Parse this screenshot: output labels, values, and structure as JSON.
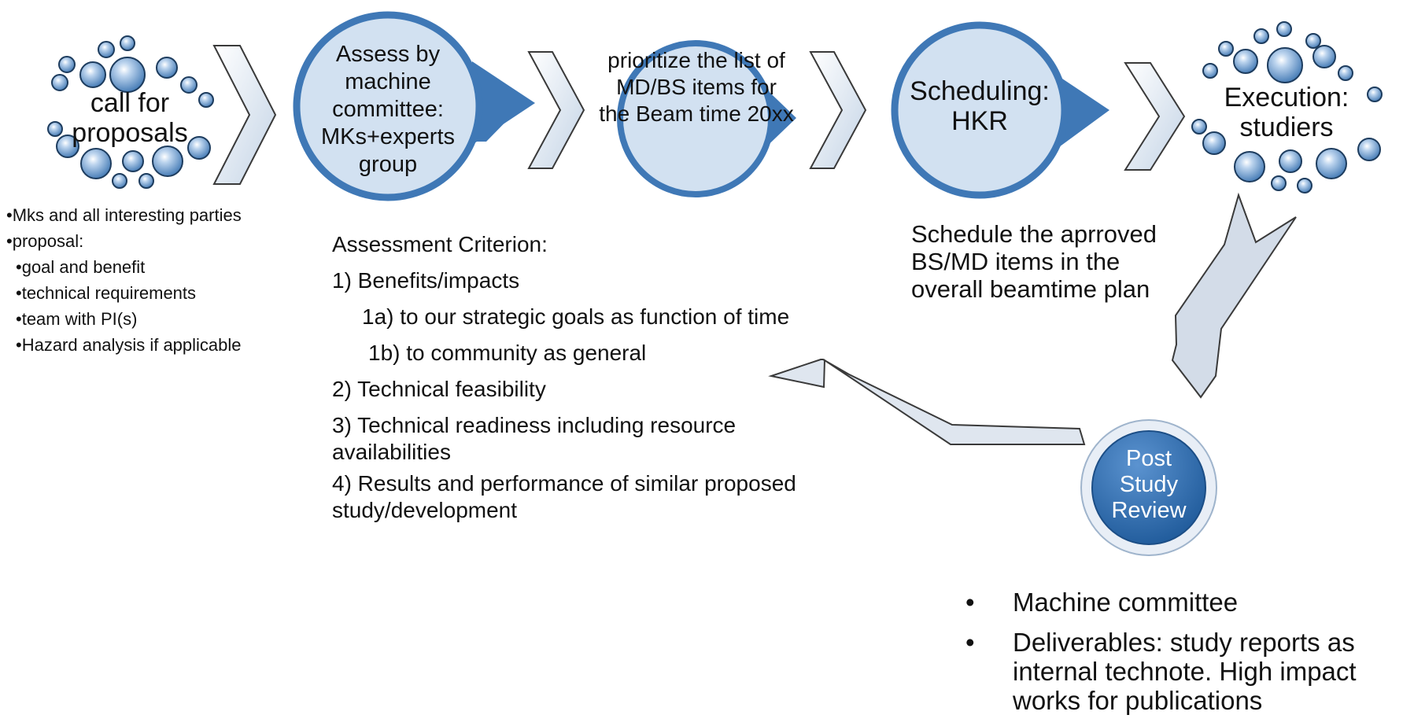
{
  "stages": {
    "call": "call for proposals",
    "assess": "Assess by machine committee: MKs+experts group",
    "prioritize": "prioritize the list of MD/BS items for the Beam time 20xx",
    "scheduling": "Scheduling: HKR",
    "execution": "Execution: studiers",
    "review": "Post Study Review"
  },
  "proposal_notes": [
    "•Mks and all interesting parties",
    "•proposal:",
    "•goal and benefit",
    "•technical requirements",
    "•team with PI(s)",
    "•Hazard analysis if applicable"
  ],
  "criteria": {
    "heading": "Assessment Criterion:",
    "items": [
      "1) Benefits/impacts",
      "1a) to our strategic goals as function of time",
      "1b) to community as general",
      "2) Technical feasibility",
      "3) Technical readiness including resource availabilities",
      "4) Results and performance of similar proposed study/development"
    ]
  },
  "schedule_note": "Schedule the aprroved BS/MD items in the overall beamtime plan",
  "review_notes": {
    "bullet": "•",
    "items": [
      "Machine committee",
      "Deliverables: study reports as internal technote. High impact works for publications"
    ]
  },
  "colors": {
    "circle_fill": "#d2e1f1",
    "circle_edge": "#3f78b6",
    "chevron_fill": "#dce6f2",
    "review_fill": "#2d6fb5"
  }
}
